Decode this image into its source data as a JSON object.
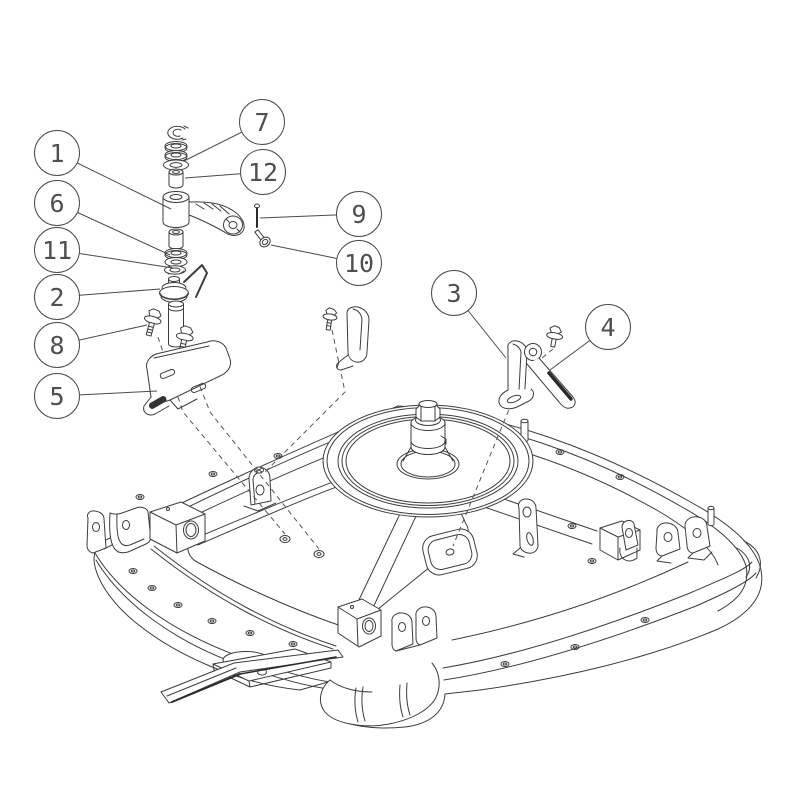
{
  "figure": {
    "kind": "exploded parts diagram",
    "background_color": "#ffffff",
    "line_color": "#3d3d3d",
    "dashed_line_color": "#565656",
    "callout_outline_color": "#4a4a4a",
    "callout_text_color": "#4f4f4f"
  },
  "callouts": [
    {
      "label": "1"
    },
    {
      "label": "6"
    },
    {
      "label": "11"
    },
    {
      "label": "2"
    },
    {
      "label": "8"
    },
    {
      "label": "5"
    },
    {
      "label": "7"
    },
    {
      "label": "12"
    },
    {
      "label": "9"
    },
    {
      "label": "10"
    },
    {
      "label": "3"
    },
    {
      "label": "4"
    }
  ]
}
